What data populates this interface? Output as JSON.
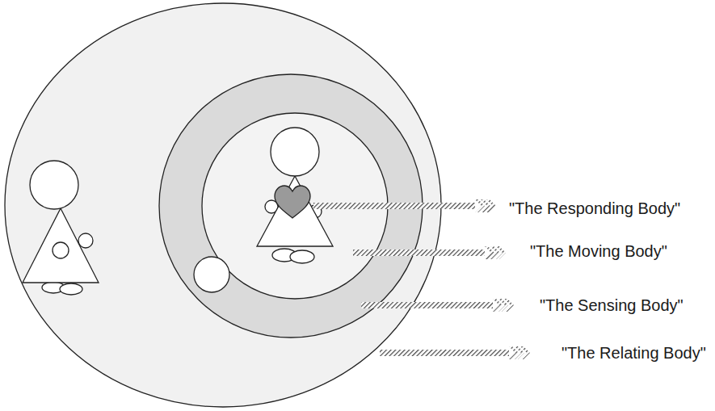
{
  "diagram": {
    "labels": [
      "\"The Responding Body\"",
      "\"The Moving Body\"",
      "\"The Sensing Body\"",
      "\"The Relating Body\""
    ]
  }
}
